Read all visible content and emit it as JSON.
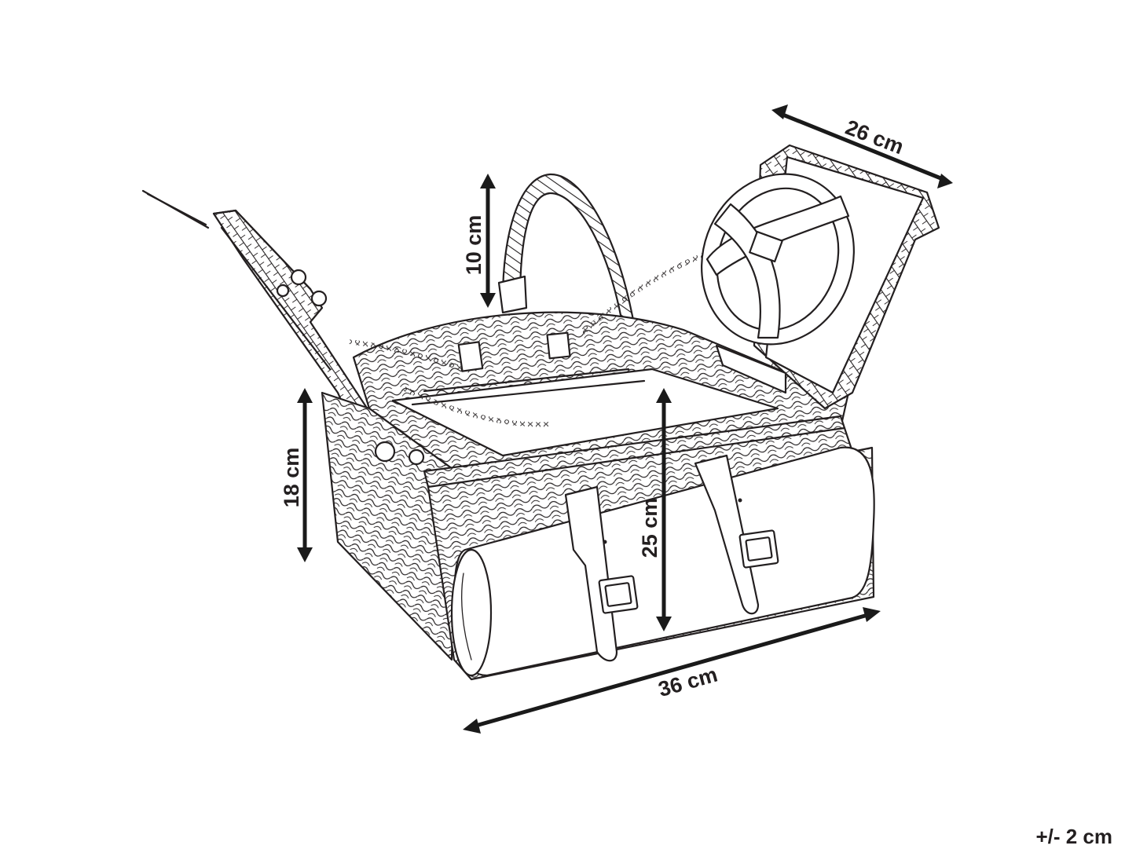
{
  "dimensions": {
    "lid_depth": "26 cm",
    "handle_height": "10 cm",
    "basket_height": "18 cm",
    "total_height": "25 cm",
    "width": "36 cm"
  },
  "tolerance": "+/- 2 cm",
  "colors": {
    "line": "#231f20",
    "background": "#ffffff"
  }
}
